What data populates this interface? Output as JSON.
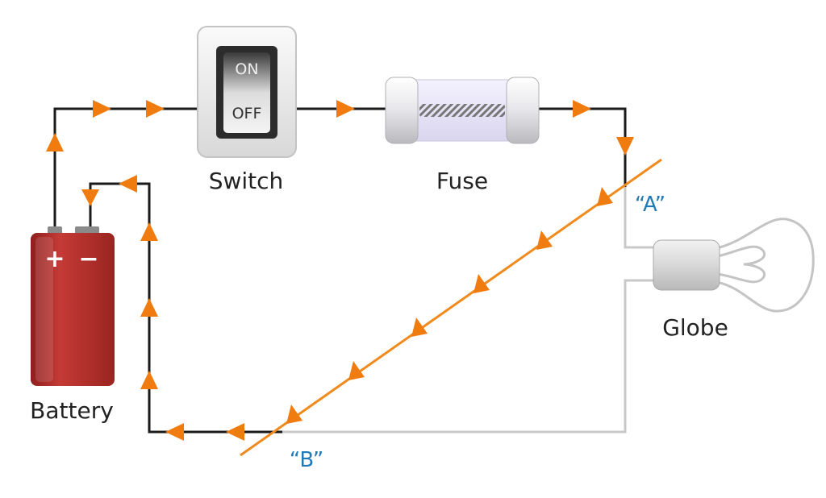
{
  "labels": {
    "battery": "Battery",
    "switch": "Switch",
    "fuse": "Fuse",
    "globe": "Globe",
    "point_a": "“A”",
    "point_b": "“B”"
  },
  "switch_text": {
    "on": "ON",
    "off": "OFF"
  },
  "battery_terminals": {
    "positive": "+",
    "negative": "−"
  },
  "colors": {
    "wire": "#1a1a1a",
    "inactive_wire": "#c8c8c8",
    "short_wire": "#f08a1c",
    "arrow": "#f07c10",
    "marker_text": "#1f7ab8",
    "battery": "#b5302e"
  }
}
